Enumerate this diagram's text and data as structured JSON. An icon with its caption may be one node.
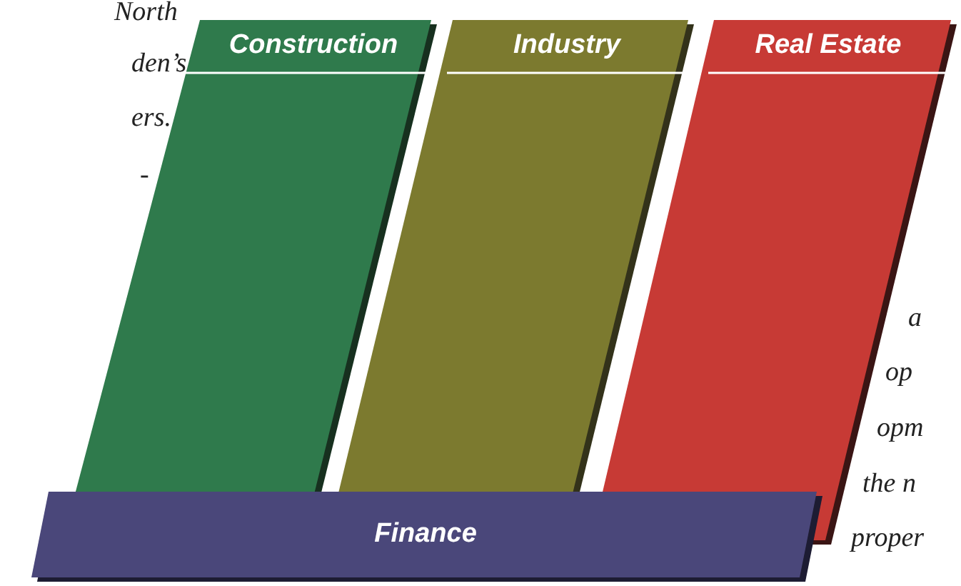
{
  "diagram": {
    "nodes": [
      {
        "text": [
          "Construction"
        ]
      },
      {
        "text": [
          "Industry"
        ]
      },
      {
        "text": [
          "Real Estate"
        ]
      },
      {
        "text": [
          "Finance"
        ]
      }
    ],
    "labels": [
      "North",
      "den’s",
      "ers.",
      "-",
      "a",
      "op",
      "opm",
      "the n",
      "proper"
    ]
  }
}
